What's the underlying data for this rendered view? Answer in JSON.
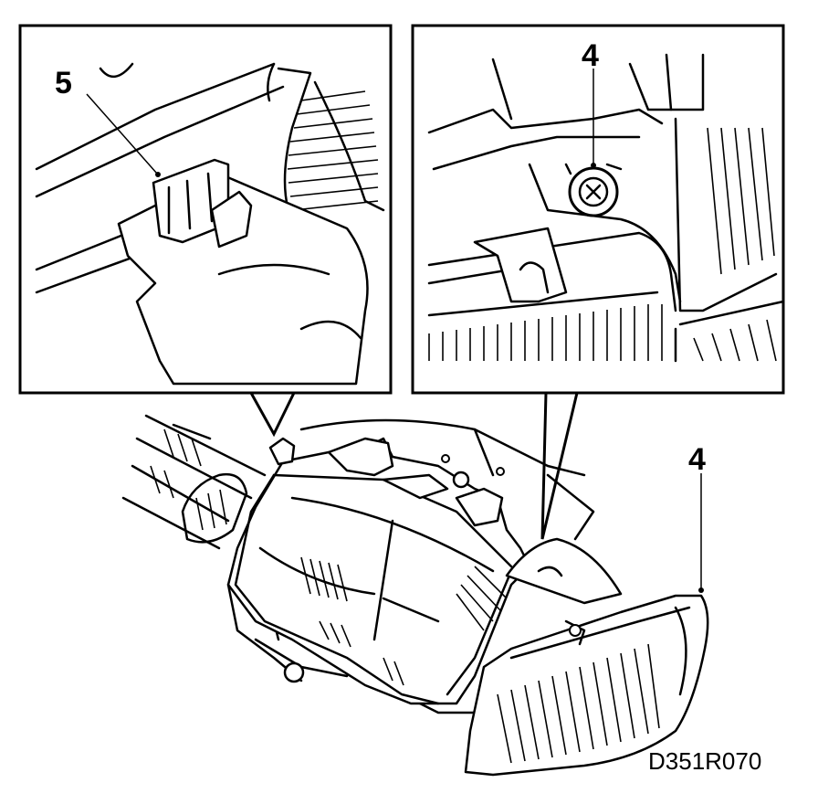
{
  "labels": {
    "inset_left_callout": "5",
    "inset_right_callout": "4",
    "main_callout": "4",
    "drawing_code": "D351R070"
  }
}
